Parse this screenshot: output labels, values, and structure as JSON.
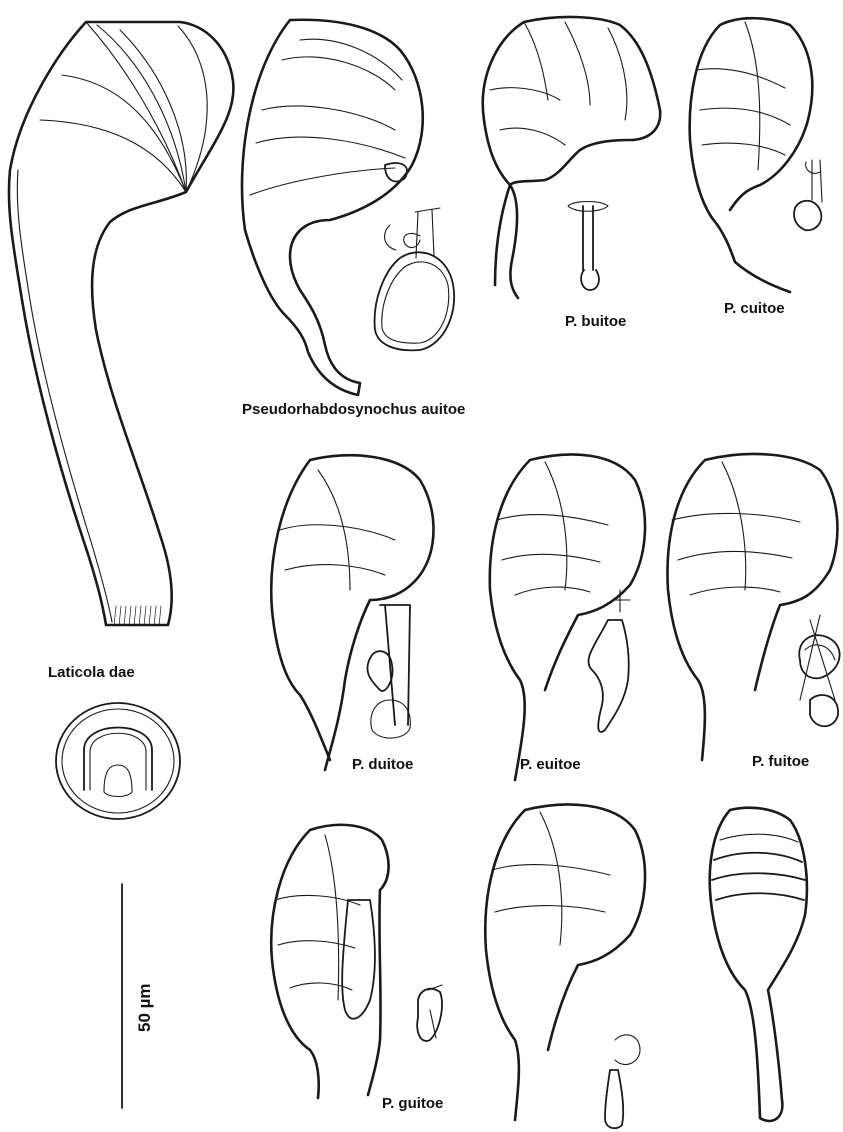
{
  "labels": {
    "laticola_dae": "Laticola dae",
    "p_auitoe": "Pseudorhabdosynochus auitoe",
    "p_buitoe": "P. buitoe",
    "p_cuitoe": "P. cuitoe",
    "p_duitoe": "P. duitoe",
    "p_euitoe": "P. euitoe",
    "p_fuitoe": "P. fuitoe",
    "p_guitoe": "P. guitoe"
  },
  "scale_bar": {
    "label": "50 µm"
  },
  "colors": {
    "ink": "#1a1a1a",
    "background": "#ffffff"
  }
}
